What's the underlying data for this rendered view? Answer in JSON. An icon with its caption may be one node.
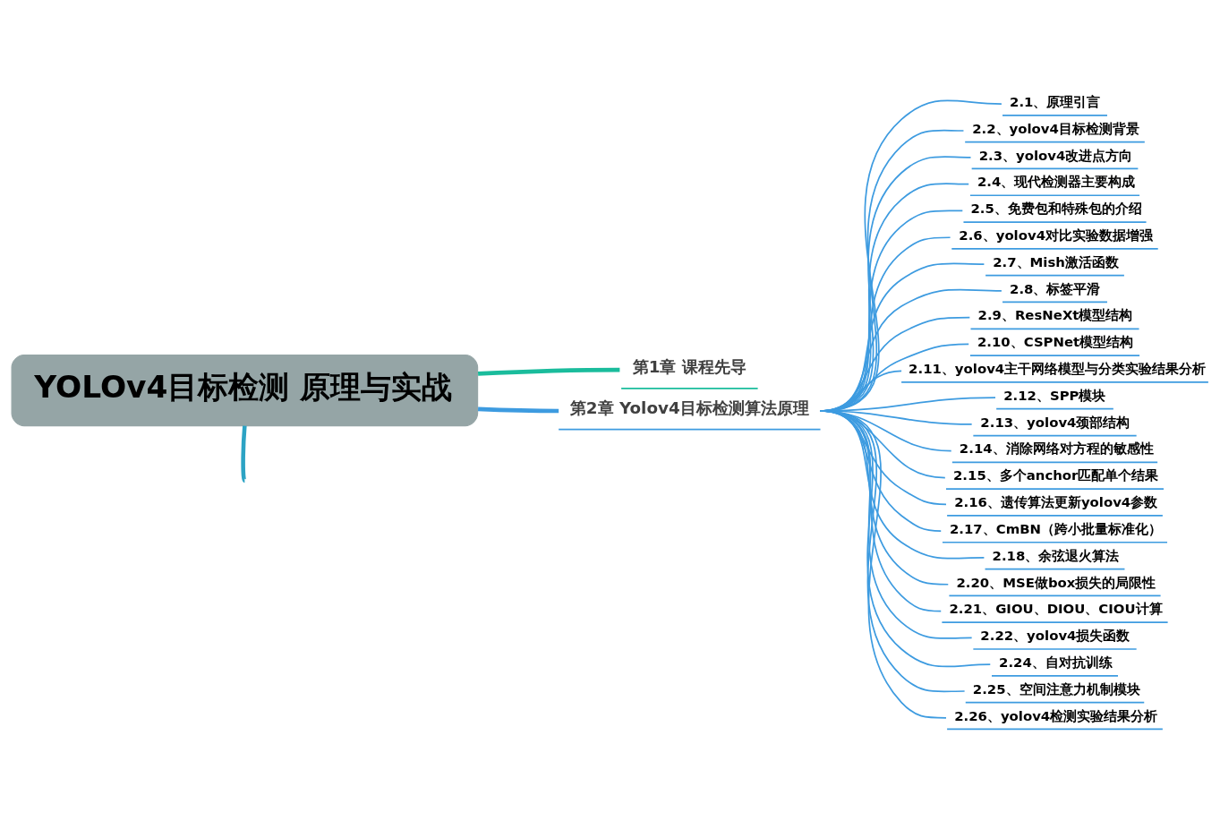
{
  "diagram": {
    "nodes": [
      {
        "text": [
          "YOLOv4目标检测 原理与实战"
        ]
      },
      {
        "text": [
          "第1章 课程先导"
        ]
      },
      {
        "text": [
          "第2章 Yolov4目标检测算法原理"
        ]
      },
      {
        "text": [
          "2.1、原理引言"
        ]
      },
      {
        "text": [
          "2.2、yolov4目标检测背景"
        ]
      },
      {
        "text": [
          "2.3、yolov4改进点方向"
        ]
      },
      {
        "text": [
          "2.4、现代检测器主要构成"
        ]
      },
      {
        "text": [
          "2.5、免费包和特殊包的介绍"
        ]
      },
      {
        "text": [
          "2.6、yolov4对比实验数据增强"
        ]
      },
      {
        "text": [
          "2.7、Mish激活函数"
        ]
      },
      {
        "text": [
          "2.8、标签平滑"
        ]
      },
      {
        "text": [
          "2.9、ResNeXt模型结构"
        ]
      },
      {
        "text": [
          "2.10、CSPNet模型结构"
        ]
      },
      {
        "text": [
          "2.11、yolov4主干网络模型与分类实验结果分析"
        ]
      },
      {
        "text": [
          "2.12、SPP模块"
        ]
      },
      {
        "text": [
          "2.13、yolov4颈部结构"
        ]
      },
      {
        "text": [
          "2.14、消除网络对方程的敏感性"
        ]
      },
      {
        "text": [
          "2.15、多个anchor匹配单个结果"
        ]
      },
      {
        "text": [
          "2.16、遗传算法更新yolov4参数"
        ]
      },
      {
        "text": [
          "2.17、CmBN（跨小批量标准化）"
        ]
      },
      {
        "text": [
          "2.18、余弦退火算法"
        ]
      },
      {
        "text": [
          "2.20、MSE做box损失的局限性"
        ]
      },
      {
        "text": [
          "2.21、GIOU、DIOU、CIOU计算"
        ]
      },
      {
        "text": [
          "2.22、yolov4损失函数"
        ]
      },
      {
        "text": [
          "2.24、自对抗训练"
        ]
      },
      {
        "text": [
          "2.25、空间注意力机制模块"
        ]
      },
      {
        "text": [
          "2.26、yolov4检测实验结果分析"
        ]
      }
    ],
    "edges": [
      {
        "from": 0,
        "to": 1,
        "arrow": "none",
        "style": "thick",
        "color": "#1abc9c"
      },
      {
        "from": 0,
        "to": 2,
        "arrow": "none",
        "style": "thick"
      },
      {
        "from": 0,
        "to": null,
        "arrow": "none",
        "style": "thick",
        "color": "#2ca3c4"
      },
      {
        "from": 2,
        "to": 3,
        "arrow": "none"
      },
      {
        "from": 2,
        "to": 4,
        "arrow": "none"
      },
      {
        "from": 2,
        "to": 5,
        "arrow": "none"
      },
      {
        "from": 2,
        "to": 6,
        "arrow": "none"
      },
      {
        "from": 2,
        "to": 7,
        "arrow": "none"
      },
      {
        "from": 2,
        "to": 8,
        "arrow": "none"
      },
      {
        "from": 2,
        "to": 9,
        "arrow": "none"
      },
      {
        "from": 2,
        "to": 10,
        "arrow": "none"
      },
      {
        "from": 2,
        "to": 11,
        "arrow": "none"
      },
      {
        "from": 2,
        "to": 12,
        "arrow": "none"
      },
      {
        "from": 2,
        "to": 13,
        "arrow": "none"
      },
      {
        "from": 2,
        "to": 14,
        "arrow": "none"
      },
      {
        "from": 2,
        "to": 15,
        "arrow": "none"
      },
      {
        "from": 2,
        "to": 16,
        "arrow": "none"
      },
      {
        "from": 2,
        "to": 17,
        "arrow": "none"
      },
      {
        "from": 2,
        "to": 18,
        "arrow": "none"
      },
      {
        "from": 2,
        "to": 19,
        "arrow": "none"
      },
      {
        "from": 2,
        "to": 20,
        "arrow": "none"
      },
      {
        "from": 2,
        "to": 21,
        "arrow": "none"
      },
      {
        "from": 2,
        "to": 22,
        "arrow": "none"
      },
      {
        "from": 2,
        "to": 23,
        "arrow": "none"
      },
      {
        "from": 2,
        "to": 24,
        "arrow": "none"
      },
      {
        "from": 2,
        "to": 25,
        "arrow": "none"
      },
      {
        "from": 2,
        "to": 26,
        "arrow": "none"
      }
    ]
  }
}
